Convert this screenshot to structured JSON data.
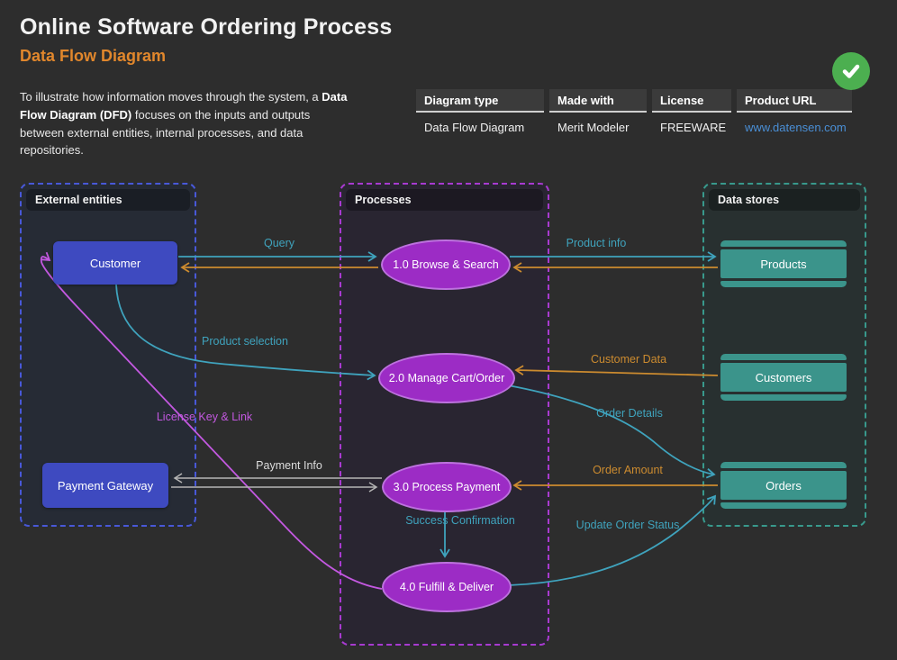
{
  "header": {
    "title": "Online Software Ordering Process",
    "subtitle": "Data Flow Diagram",
    "description": {
      "pre": "To illustrate how information moves through the system, a ",
      "bold": "Data Flow Diagram (DFD)",
      "post": " focuses on the inputs and outputs between external entities, internal processes, and data repositories."
    }
  },
  "info_table": {
    "headers": [
      "Diagram type",
      "Made with",
      "License",
      "Product URL"
    ],
    "row": [
      "Data Flow Diagram",
      "Merit Modeler",
      "FREEWARE",
      "www.datensen.com"
    ],
    "link": "www.datensen.com",
    "link_color": "#4a8fd6"
  },
  "status": {
    "icon": "check-icon",
    "color": "#4caf50"
  },
  "diagram": {
    "groups": [
      {
        "label": "External entities",
        "border_color": "#4858d8"
      },
      {
        "label": "Processes",
        "border_color": "#a83ad1"
      },
      {
        "label": "Data stores",
        "border_color": "#38998c"
      }
    ],
    "entities": [
      {
        "label": "Customer"
      },
      {
        "label": "Payment Gateway"
      }
    ],
    "processes": [
      {
        "label": "1.0 Browse & Search"
      },
      {
        "label": "2.0 Manage Cart/Order"
      },
      {
        "label": "3.0 Process Payment"
      },
      {
        "label": "4.0 Fulfill & Deliver"
      }
    ],
    "stores": [
      {
        "label": "Products"
      },
      {
        "label": "Customers"
      },
      {
        "label": "Orders"
      }
    ],
    "flows": [
      {
        "label": "Query",
        "color": "#3fa3bd",
        "from": "Customer",
        "to": "1.0 Browse & Search"
      },
      {
        "label": "Product info",
        "color": "#3fa3bd",
        "from": "1.0 Browse & Search",
        "to": "Products"
      },
      {
        "label": "Product selection",
        "color": "#3fa3bd",
        "from": "Customer",
        "to": "2.0 Manage Cart/Order"
      },
      {
        "label": "Customer Data",
        "color": "#cc8b2f",
        "from": "Customers",
        "to": "2.0 Manage Cart/Order"
      },
      {
        "label": "Order Details",
        "color": "#3fa3bd",
        "from": "2.0 Manage Cart/Order",
        "to": "Orders"
      },
      {
        "label": "License Key & Link",
        "color": "#c358e0",
        "from": "4.0 Fulfill & Deliver",
        "to": "Customer"
      },
      {
        "label": "Payment Info",
        "color": "#dddddd",
        "from": "Payment Gateway",
        "to": "3.0 Process Payment"
      },
      {
        "label": "Order Amount",
        "color": "#cc8b2f",
        "from": "Orders",
        "to": "3.0 Process Payment"
      },
      {
        "label": "Success Confirmation",
        "color": "#3fa3bd",
        "from": "3.0 Process Payment",
        "to": "4.0 Fulfill & Deliver"
      },
      {
        "label": "Update Order Status",
        "color": "#3fa3bd",
        "from": "4.0 Fulfill & Deliver",
        "to": "Orders"
      }
    ],
    "colors": {
      "entity": "#3e4ac0",
      "process_fill": "#9c2cc5",
      "process_border": "#bd72de",
      "store": "#3b948b",
      "background": "#2d2d2d"
    }
  }
}
